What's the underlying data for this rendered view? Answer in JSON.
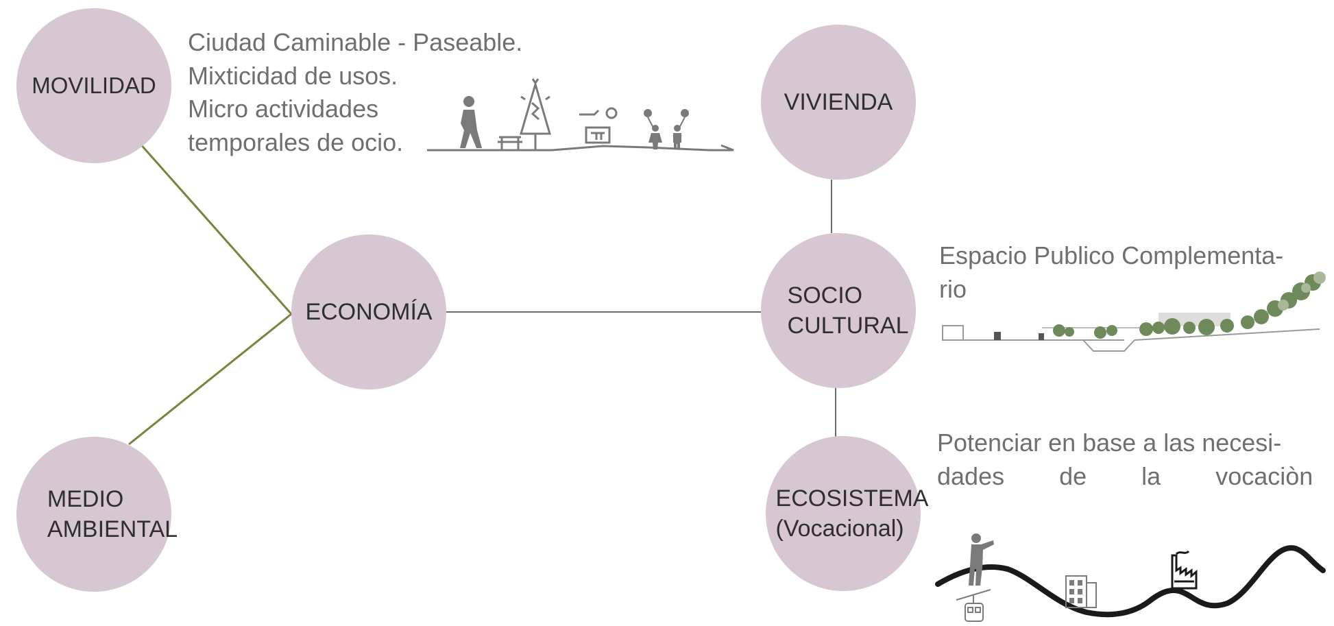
{
  "nodes": {
    "movilidad": {
      "lines": [
        "MOVILIDAD"
      ]
    },
    "economia": {
      "lines": [
        "ECONOMÍA"
      ]
    },
    "medio_ambiental": {
      "lines": [
        "MEDIO",
        "AMBIENTAL"
      ]
    },
    "vivienda": {
      "lines": [
        "VIVIENDA"
      ]
    },
    "socio_cultural": {
      "lines": [
        "SOCIO",
        "CULTURAL"
      ]
    },
    "ecosistema": {
      "lines": [
        "ECOSISTEMA",
        "(Vocacional)"
      ]
    }
  },
  "notes": {
    "movilidad": [
      "Ciudad Caminable - Paseable.",
      "Mixticidad de usos.",
      "Micro actividades",
      "temporales de ocio."
    ],
    "socio_cultural": [
      "Espacio Publico Complementa-",
      "rio"
    ],
    "ecosistema": [
      "Potenciar en base a las necesi-",
      "dades        de        la        vocaciòn"
    ]
  },
  "colors": {
    "node_fill": "#d6c7d2",
    "olive_connector": "#7a8240",
    "gray_connector": "#6b6b6b",
    "note_text": "#6f6f6f",
    "icon_gray": "#7a7a7a",
    "hill_line": "#1a1a1a"
  },
  "icons": [
    "walking-person-icon",
    "bench-icon",
    "tree-icon",
    "vendor-stall-icon",
    "children-balloons-icon",
    "park-section-illustration",
    "viewpoint-person-icon",
    "cable-car-icon",
    "building-icon",
    "factory-icon"
  ]
}
